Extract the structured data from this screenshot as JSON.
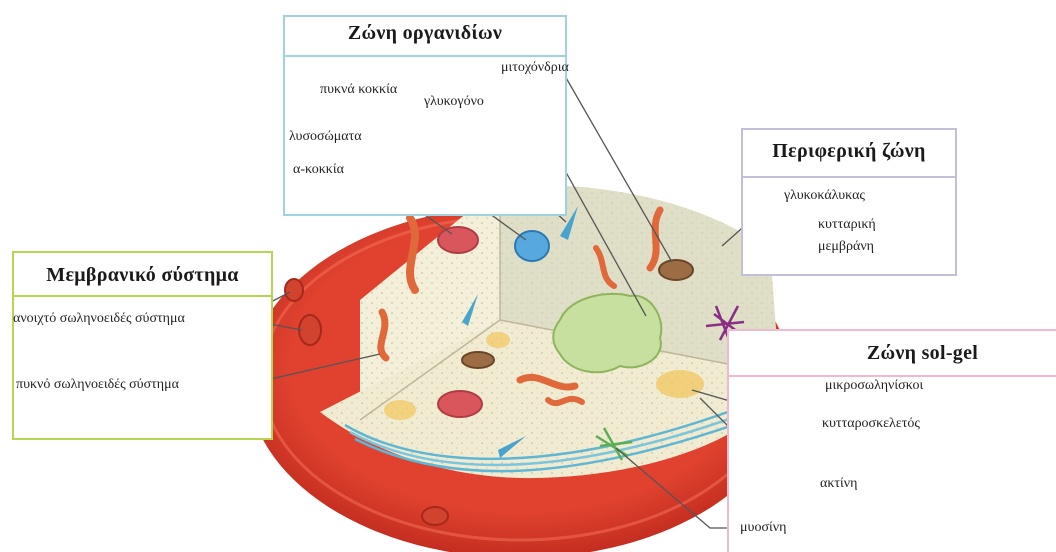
{
  "colors": {
    "organelle_zone": "#9fd2de",
    "peripheral_zone": "#c3bfd9",
    "membrane_system": "#b7d64f",
    "solgel_zone": "#efb9cf",
    "cell_outer": "#d63324",
    "cell_inner": "#f1ecd3",
    "cytoplasm_wall": "#e2e1c9"
  },
  "zones": {
    "organelle": {
      "title": "Ζώνη οργανιδίων"
    },
    "peripheral": {
      "title": "Περιφερική ζώνη"
    },
    "membrane": {
      "title": "Μεμβρανικό σύστημα"
    },
    "solgel": {
      "title": "Ζώνη sol-gel"
    }
  },
  "labels": {
    "mitochondria": "μιτοχόνδρια",
    "dense_granules": "πυκνά κοκκία",
    "glycogen": "γλυκογόνο",
    "lysosomes": "λυσοσώματα",
    "alpha_granules": "α-κοκκία",
    "glycocalyx": "γλυκοκάλυκας",
    "cell_membrane_line1": "κυτταρική",
    "cell_membrane_line2": "μεμβράνη",
    "open_canalicular": "ανοιχτό σωληνοειδές σύστημα",
    "dense_tubular": "πυκνό σωληνοειδές σύστημα",
    "microtubules": "μικροσωληνίσκοι",
    "cytoskeleton": "κυτταροσκελετός",
    "actin": "ακτίνη",
    "myosin": "μυοσίνη"
  }
}
